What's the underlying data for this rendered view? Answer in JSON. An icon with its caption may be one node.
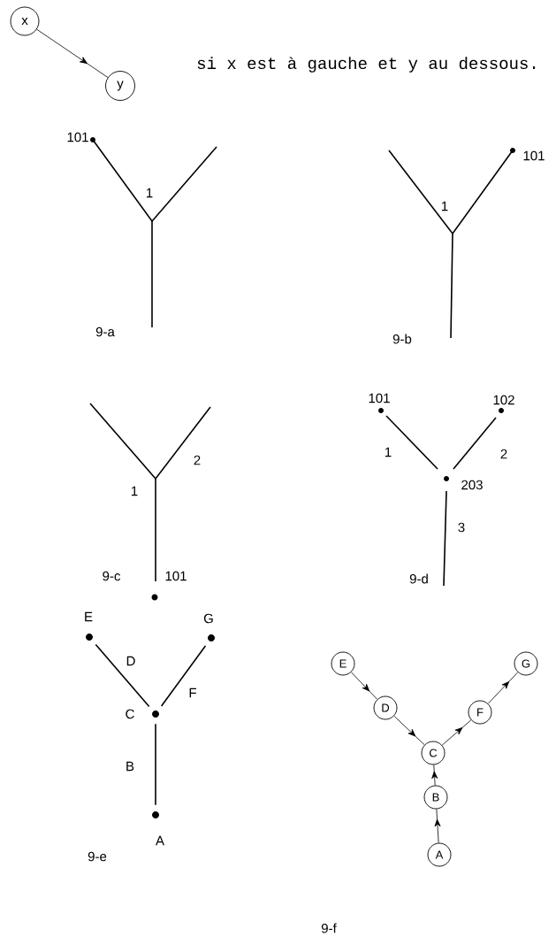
{
  "diagram": {
    "nodes": [
      {
        "text": [
          "x"
        ]
      },
      {
        "text": [
          "y"
        ]
      },
      {
        "text": [],
        "shape": "circle",
        "beside": [
          "E"
        ]
      },
      {
        "text": [],
        "shape": "circle",
        "beside": [
          "G"
        ]
      },
      {
        "text": [],
        "shape": "circle",
        "beside": [
          "C"
        ]
      },
      {
        "text": [],
        "shape": "circle",
        "beside": [
          "A"
        ]
      },
      {
        "text": [
          "E"
        ]
      },
      {
        "text": [
          "D"
        ]
      },
      {
        "text": [
          "C"
        ]
      },
      {
        "text": [
          "F"
        ]
      },
      {
        "text": [
          "G"
        ]
      },
      {
        "text": [
          "B"
        ]
      },
      {
        "text": [
          "A"
        ]
      }
    ],
    "edges": [
      {
        "from": 0,
        "to": 1,
        "arrow": "to"
      },
      {
        "from": 2,
        "to": 4,
        "arrow": "none",
        "label": "D"
      },
      {
        "from": 3,
        "to": 4,
        "arrow": "none",
        "label": "F"
      },
      {
        "from": 5,
        "to": 4,
        "arrow": "none",
        "label": "B"
      },
      {
        "from": 6,
        "to": 7,
        "arrow": "to"
      },
      {
        "from": 7,
        "to": 8,
        "arrow": "to"
      },
      {
        "from": 8,
        "to": 9,
        "arrow": "to"
      },
      {
        "from": 9,
        "to": 10,
        "arrow": "to"
      },
      {
        "from": 12,
        "to": 11,
        "arrow": "to"
      },
      {
        "from": 11,
        "to": 8,
        "arrow": "to"
      }
    ],
    "labels": [
      "si x est à gauche et y au dessous.",
      "101",
      "1",
      "9-a",
      "101",
      "1",
      "9-b",
      "2",
      "1",
      "9-c",
      "101",
      "101",
      "102",
      "1",
      "2",
      "203",
      "3",
      "9-d",
      "9-e",
      "9-f"
    ]
  }
}
